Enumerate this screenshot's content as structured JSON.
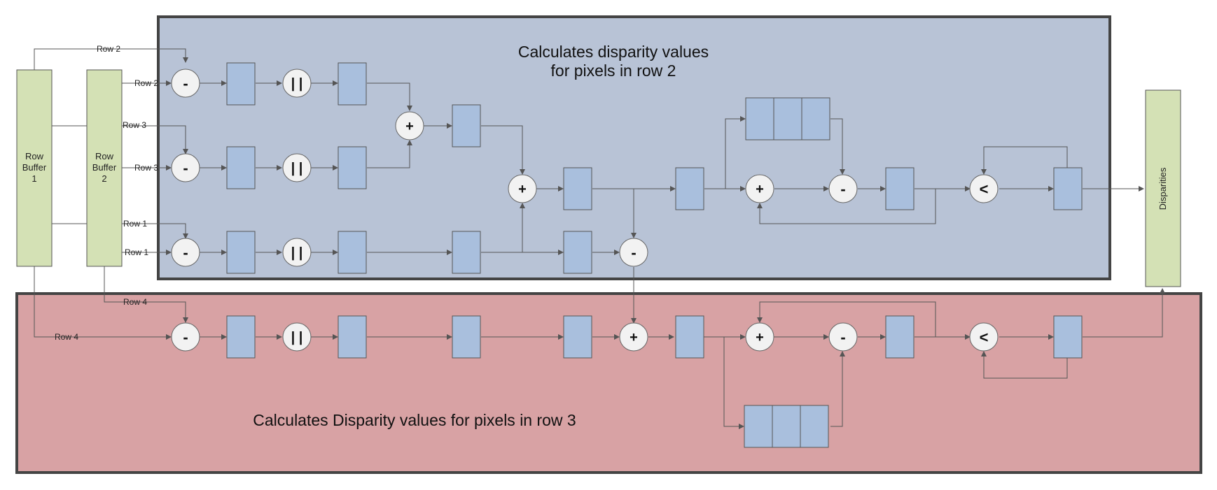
{
  "regions": {
    "top_title_line1": "Calculates disparity values",
    "top_title_line2": "for pixels in row 2",
    "bottom_title": "Calculates Disparity values for pixels in row 3"
  },
  "buffers": {
    "row_buffer_1": [
      "Row",
      "Buffer",
      "1"
    ],
    "row_buffer_2": [
      "Row",
      "Buffer",
      "2"
    ],
    "disparities": "Disparities"
  },
  "wire_labels": {
    "row2_top": "Row 2",
    "row2_mid": "Row 2",
    "row3_a": "Row 3",
    "row3_b": "Row 3",
    "row1_a": "Row 1",
    "row1_b": "Row 1",
    "row4_a": "Row 4",
    "row4_b": "Row 4"
  },
  "operators": {
    "subtract": "-",
    "absolute": "| |",
    "add": "+",
    "compare": "<"
  },
  "colors": {
    "top_region_fill": "#b8c3d6",
    "bottom_region_fill": "#d8a2a4",
    "region_border": "#444444",
    "buffer_fill": "#d4e1b5",
    "register_fill": "#a9bfdd",
    "operator_fill": "#f2f2f2",
    "wire": "#555555"
  }
}
